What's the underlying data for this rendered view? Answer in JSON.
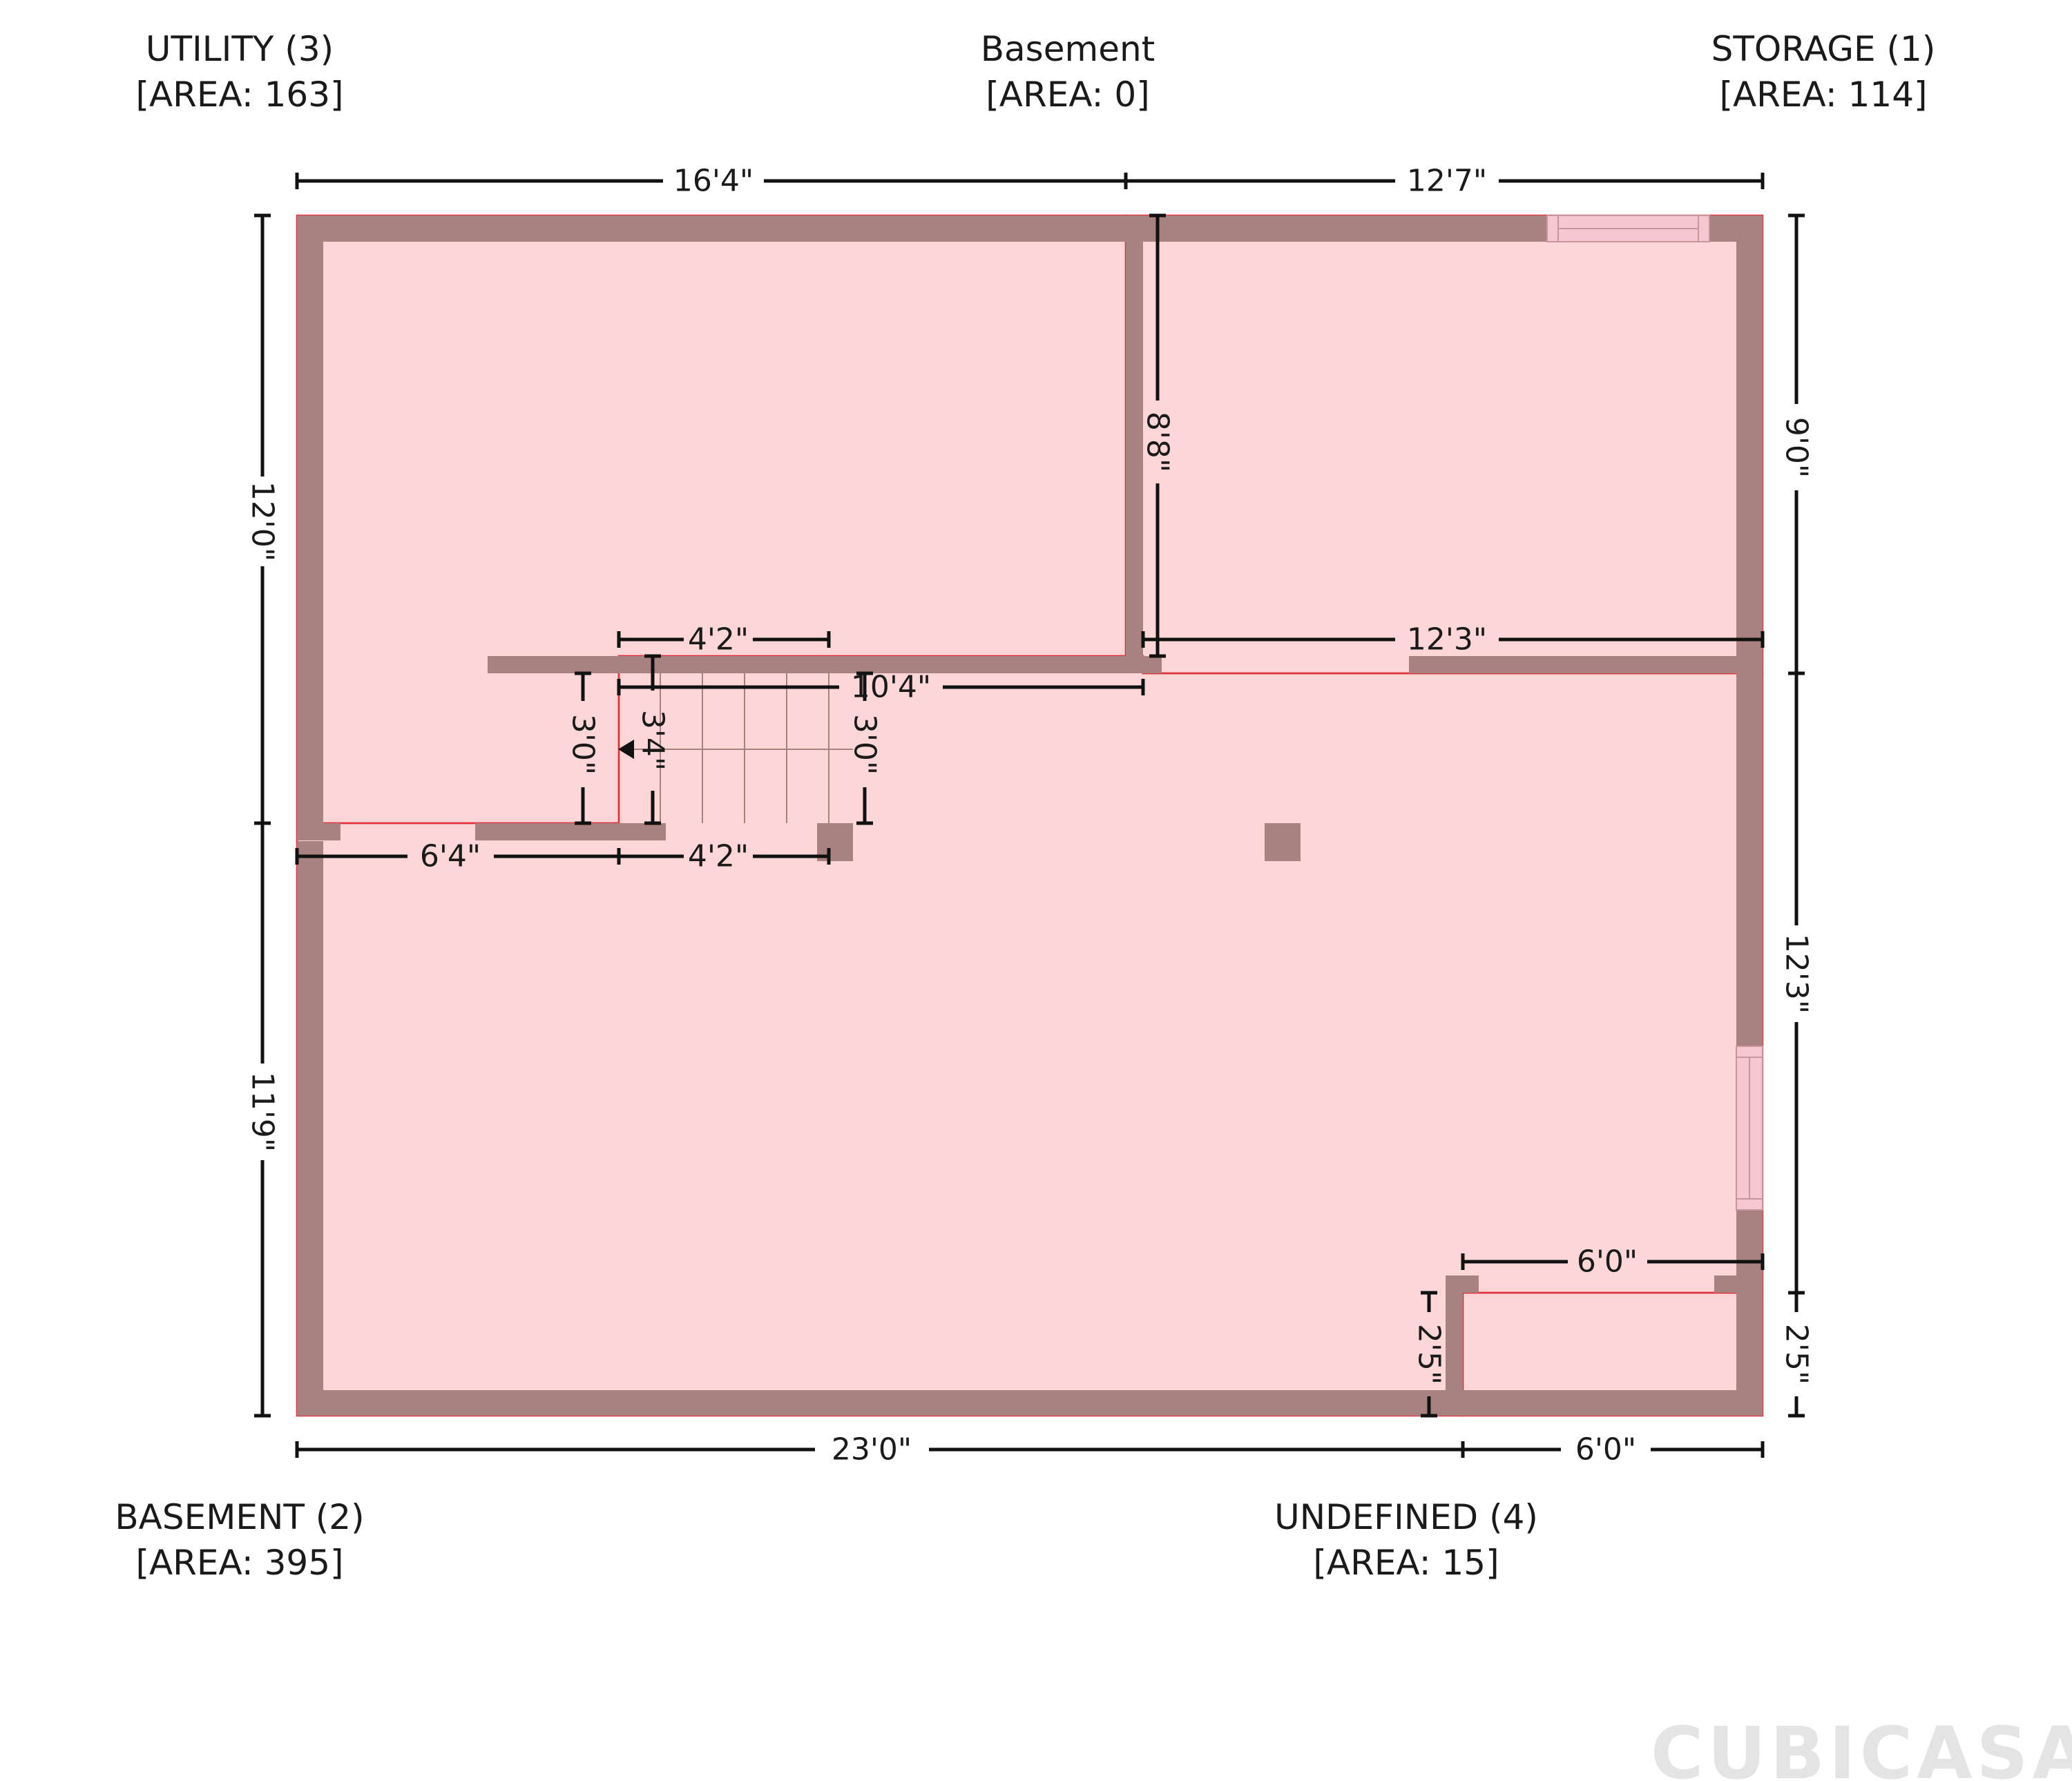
{
  "floor_name": "Basement",
  "floor_area": "[AREA: 0]",
  "rooms": {
    "utility": {
      "name": "UTILITY (3)",
      "area": "[AREA: 163]"
    },
    "storage": {
      "name": "STORAGE (1)",
      "area": "[AREA: 114]"
    },
    "basement": {
      "name": "BASEMENT (2)",
      "area": "[AREA: 395]"
    },
    "undefined": {
      "name": "UNDEFINED (4)",
      "area": "[AREA: 15]"
    }
  },
  "dimensions": {
    "top_left": "16'4\"",
    "top_right": "12'7\"",
    "left_upper": "12'0\"",
    "left_lower": "11'9\"",
    "right_upper": "9'0\"",
    "right_middle": "12'3\"",
    "right_lower": "2'5\"",
    "bottom_left": "23'0\"",
    "bottom_right": "6'0\"",
    "storage_height": "8'8\"",
    "storage_width": "12'3\"",
    "stair_top": "4'2\"",
    "stair_bottom": "4'2\"",
    "stair_left": "3'0\"",
    "stair_right": "3'0\"",
    "stair_inner": "3'4\"",
    "corridor": "10'4\"",
    "utility_opening": "6'4\"",
    "undefined_width": "6'0\"",
    "undefined_height": "2'5\""
  },
  "colors": {
    "floor": "#fdd6d7",
    "wall": "#a98180",
    "outline": "#e0333b",
    "window": "#f4c7d1",
    "dimension_line": "#111111"
  },
  "brand": "CUBICASA"
}
